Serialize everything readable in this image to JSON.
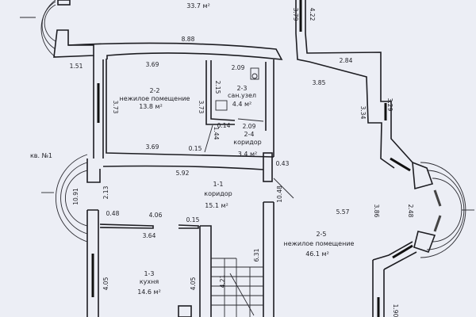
{
  "plan": {
    "apartment_label": "кв. №1",
    "top_room_area": "33.7 м²",
    "rooms": [
      {
        "id": "2-2",
        "name": "нежилое помещение",
        "area": "13.8 м²"
      },
      {
        "id": "2-3",
        "name": "сан.узел",
        "area": "4.4 м²"
      },
      {
        "id": "2-4",
        "name": "коридор",
        "area": "3.4 м²"
      },
      {
        "id": "1-1",
        "name": "коридор",
        "area": "15.1 м²"
      },
      {
        "id": "1-3",
        "name": "кухня",
        "area": "14.6 м²"
      },
      {
        "id": "2-5",
        "name": "нежилое помещение",
        "area": "46.1 м²"
      }
    ],
    "dimensions": {
      "top_wall": "8.88",
      "left_top": "1.51",
      "r22_top": "3.69",
      "r22_bottom": "3.69",
      "r22_left": "3.73",
      "r22_right": "3.73",
      "r23_top": "2.09",
      "r23_left": "2.15",
      "r24_top": "2.09",
      "d014": "0.14",
      "d144": "1.44",
      "d015a": "0.15",
      "d043": "0.43",
      "r11_top": "5.92",
      "d1048": "10.48",
      "d1091": "10.91",
      "d213": "2.13",
      "d048": "0.48",
      "d406": "4.06",
      "d015b": "0.15",
      "d364": "3.64",
      "r13_left": "4.05",
      "r13_right": "4.05",
      "stair_h": "6.31",
      "stair_w": "4.21",
      "top_r1": "3.79",
      "top_r2": "4.22",
      "r25_top": "2.84",
      "r25_top2": "3.85",
      "r25_r1": "3.34",
      "r25_r2": "3.29",
      "r25_w": "5.57",
      "r25_w2": "3.86",
      "bay": "2.48",
      "bottom_r": "1.90"
    }
  }
}
